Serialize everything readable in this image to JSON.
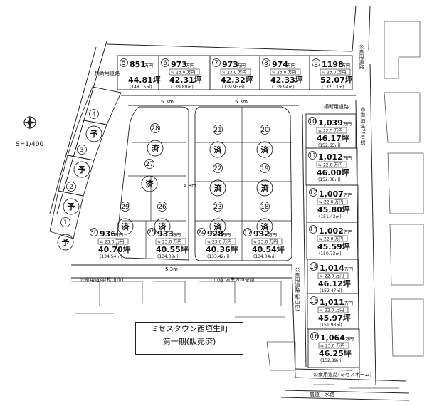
{
  "title": {
    "line1": "ミセスタウン西垣生町",
    "line2": "第一期(販売済)"
  },
  "scale": "S=1/400",
  "roads": {
    "public_top_right": "公衆用道路",
    "public_bottom_left": "公衆用道路(松山市)",
    "city_road": "市道 垣生200号線",
    "public_right_vertical": "公衆用道路(松山市)",
    "public_bottom": "公衆用道路(ミセスホーム)",
    "farm_road": "農道・水路",
    "private_road_left": "横断用道路",
    "private_road_right": "横断用道路",
    "city_road_right": "市道 垣生21号線",
    "width_53_a": "5.3m",
    "width_53_b": "5.3m",
    "width_48": "4.8m",
    "width_53_c": "5.3m"
  },
  "lots": [
    {
      "id": "1",
      "status": "予"
    },
    {
      "id": "2",
      "status": "予"
    },
    {
      "id": "3",
      "status": "予"
    },
    {
      "id": "4",
      "status": "予"
    },
    {
      "id": "5",
      "price": "851",
      "unit": "万円",
      "tsubo": "44.81",
      "sqm": "(148.15㎡)"
    },
    {
      "id": "6",
      "price": "973",
      "unit": "万円",
      "badge": "≒ 23.0 万円",
      "tsubo": "42.31",
      "sqm": "(139.89㎡)"
    },
    {
      "id": "7",
      "price": "973",
      "unit": "万円",
      "badge": "≒ 23.0 万円",
      "tsubo": "42.32",
      "sqm": "(139.93㎡)"
    },
    {
      "id": "8",
      "price": "974",
      "unit": "万円",
      "badge": "≒ 23.0 万円",
      "tsubo": "42.33",
      "sqm": "(139.94㎡)"
    },
    {
      "id": "9",
      "price": "1198",
      "unit": "万円",
      "badge": "≒ 23.0 万円",
      "tsubo": "52.07",
      "sqm": "(172.13㎡)"
    },
    {
      "id": "10",
      "price": "1,039",
      "unit": "万円",
      "badge": "≒ 22.5 万円",
      "tsubo": "46.17",
      "sqm": "(152.65㎡)"
    },
    {
      "id": "11",
      "price": "1,012",
      "unit": "万円",
      "badge": "≒ 22.0 万円",
      "tsubo": "46.00",
      "sqm": "(152.08㎡)"
    },
    {
      "id": "12",
      "price": "1,007",
      "unit": "万円",
      "badge": "≒ 22.0 万円",
      "tsubo": "45.80",
      "sqm": "(151.43㎡)"
    },
    {
      "id": "13",
      "price": "1,002",
      "unit": "万円",
      "badge": "≒ 22.0 万円",
      "tsubo": "45.59",
      "sqm": "(150.73㎡)"
    },
    {
      "id": "14",
      "price": "1,014",
      "unit": "万円",
      "badge": "≒ 22.0 万円",
      "tsubo": "46.12",
      "sqm": "(152.47㎡)"
    },
    {
      "id": "15",
      "price": "1,011",
      "unit": "万円",
      "badge": "≒ 22.0 万円",
      "tsubo": "45.97",
      "sqm": "(151.98㎡)"
    },
    {
      "id": "16",
      "price": "1,064",
      "unit": "万円",
      "badge": "≒ 23.0 万円",
      "tsubo": "46.25",
      "sqm": "(152.89㎡)"
    },
    {
      "id": "17",
      "price": "932",
      "unit": "万円",
      "badge": "≒ 23.0 万円",
      "tsubo": "40.54",
      "sqm": "(134.04㎡)"
    },
    {
      "id": "18",
      "status": "済"
    },
    {
      "id": "19",
      "status": "済"
    },
    {
      "id": "20",
      "status": "済"
    },
    {
      "id": "21",
      "status": "済"
    },
    {
      "id": "22",
      "status": "済"
    },
    {
      "id": "23",
      "status": "済"
    },
    {
      "id": "24",
      "price": "928",
      "unit": "万円",
      "badge": "≒ 23.0 万円",
      "tsubo": "40.36",
      "sqm": "(133.42㎡)"
    },
    {
      "id": "25",
      "price": "933",
      "unit": "万円",
      "badge": "≒ 23.0 万円",
      "tsubo": "40.55",
      "sqm": "(134.08㎡)"
    },
    {
      "id": "26",
      "status": "済"
    },
    {
      "id": "27",
      "status": "済"
    },
    {
      "id": "28",
      "status": "済"
    },
    {
      "id": "29",
      "status": "済"
    },
    {
      "id": "30",
      "price": "936",
      "unit": "万円",
      "badge": "≒ 23.0 万円",
      "tsubo": "40.70",
      "sqm": "(134.54㎡)"
    }
  ]
}
